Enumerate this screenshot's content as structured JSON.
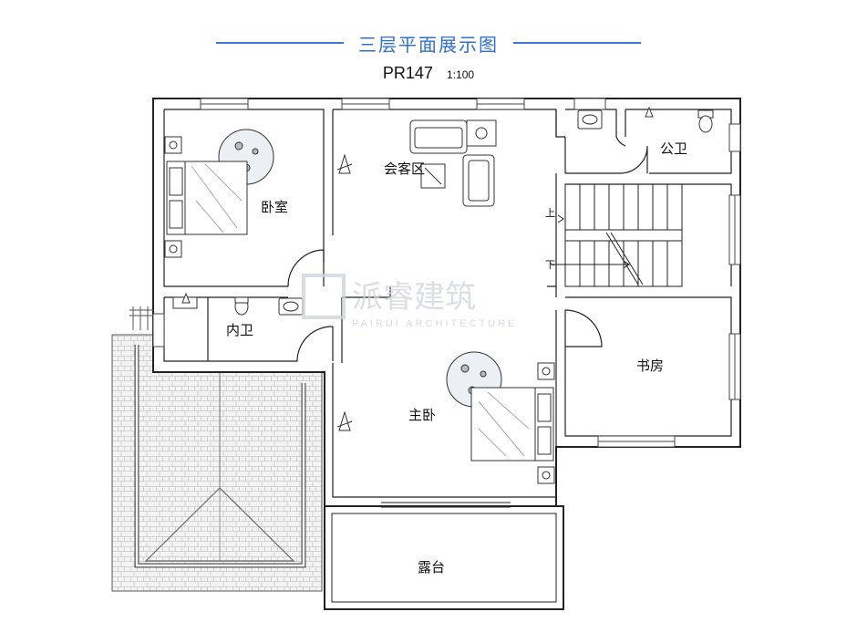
{
  "header": {
    "title": "三层平面展示图",
    "code": "PR147",
    "scale": "1:100"
  },
  "rooms": {
    "bedroom": "卧室",
    "living": "会客区",
    "public_bath": "公卫",
    "inner_bath": "内卫",
    "study": "书房",
    "master_bedroom": "主卧",
    "terrace": "露台"
  },
  "stairs": {
    "up": "上",
    "down": "下"
  },
  "watermark": {
    "main": "派睿建筑",
    "sub": "PAIRUI ARCHITECTURE"
  },
  "colors": {
    "accent": "#2f6fd6",
    "wall": "#222222",
    "roof": "#f0f0f0"
  }
}
